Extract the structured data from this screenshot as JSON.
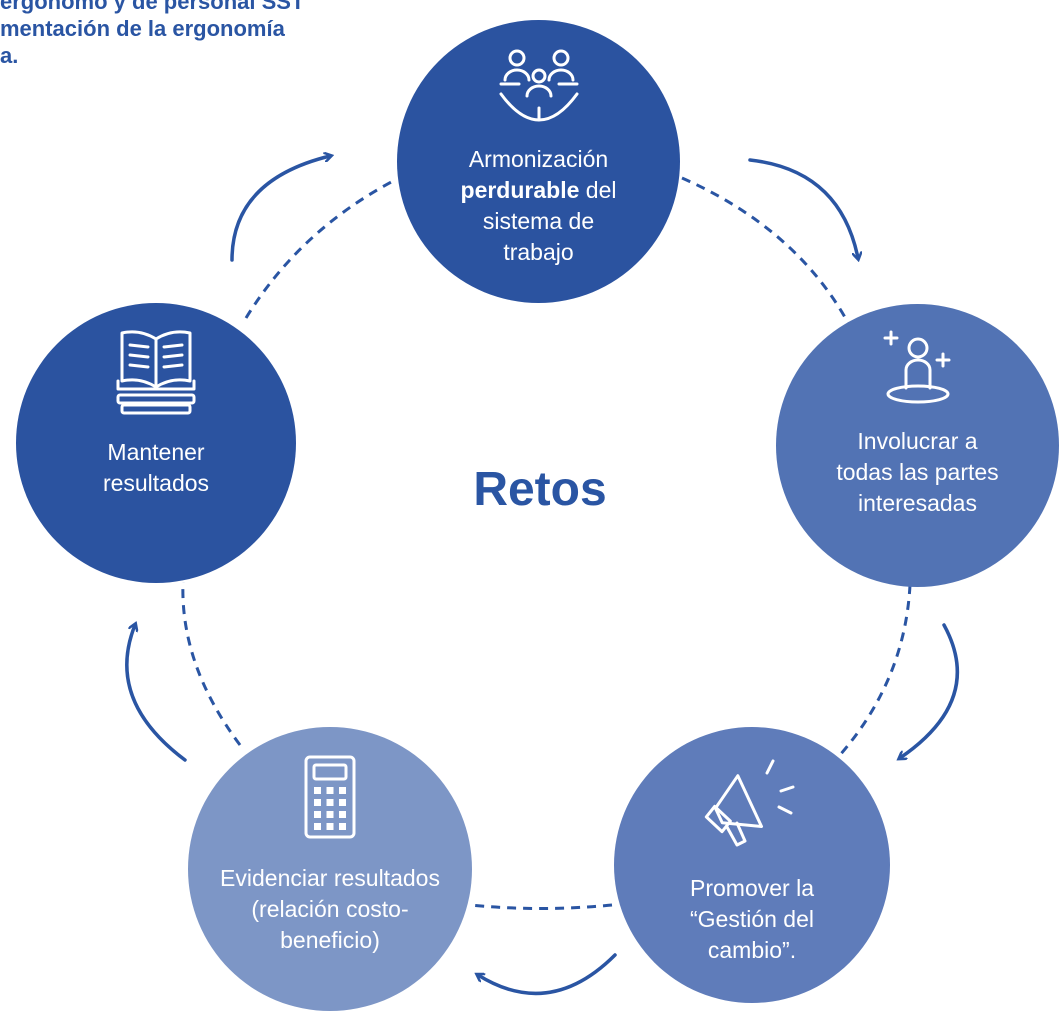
{
  "header": {
    "lines": [
      "ergonomo y de personal SST",
      "mentación de la ergonomía",
      "a."
    ]
  },
  "center": {
    "title": "Retos"
  },
  "nodes": [
    {
      "id": "armonizacion",
      "icon": "team-icon",
      "label_lines": [
        "Armonización",
        "perdurable",
        "del",
        "sistema de",
        "trabajo"
      ]
    },
    {
      "id": "involucrar",
      "icon": "user-plus-icon",
      "label_lines": [
        "Involucrar a",
        "todas las partes",
        "interesadas"
      ]
    },
    {
      "id": "promover",
      "icon": "megaphone-icon",
      "label_lines": [
        "Promover la",
        "“Gestión del",
        "cambio”."
      ]
    },
    {
      "id": "evidenciar",
      "icon": "calculator-icon",
      "label_lines": [
        "Evidenciar resultados",
        "(relación costo-",
        "beneficio)"
      ]
    },
    {
      "id": "mantener",
      "icon": "book-icon",
      "label_lines": [
        "Mantener",
        "resultados"
      ]
    }
  ],
  "colors": {
    "accent": "#2a55a3",
    "node_dark": "#2b53a0",
    "node_mid": "#5273b4",
    "node_light": "#7d96c6",
    "node_promover": "#5f7cba"
  }
}
